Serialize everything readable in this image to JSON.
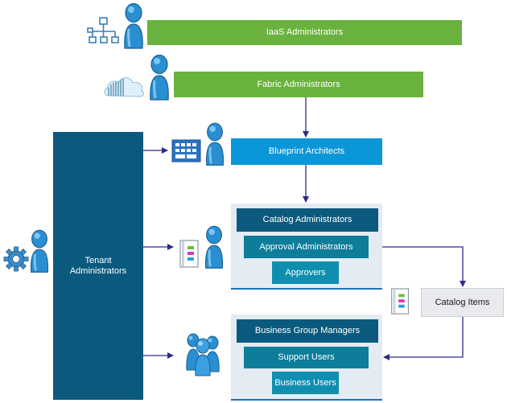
{
  "roles": {
    "iaas_admins": "IaaS Administrators",
    "fabric_admins": "Fabric Administrators",
    "blueprint_architects": "Blueprint Architects",
    "tenant_admins_line1": "Tenant",
    "tenant_admins_line2": "Administrators",
    "catalog_admins": "Catalog Administrators",
    "approval_admins": "Approval Administrators",
    "approvers": "Approvers",
    "catalog_items": "Catalog Items",
    "business_group_managers": "Business Group Managers",
    "support_users": "Support Users",
    "business_users": "Business Users"
  },
  "colors": {
    "green": "#6ab23e",
    "blue": "#0a97d9",
    "dark_teal": "#0b5a7e",
    "mid_teal": "#0d7d9a",
    "teal": "#0f8fb0",
    "panel": "#e4ebf2",
    "arrow": "#2d2a8a",
    "person": "#2a8fd0",
    "catalog_box": "#e8eaed"
  },
  "icons": [
    "network-hierarchy-icon",
    "cloud-icon",
    "blueprint-grid-icon",
    "catalog-book-icon",
    "gear-icon",
    "user-group-icon",
    "person-icon"
  ]
}
